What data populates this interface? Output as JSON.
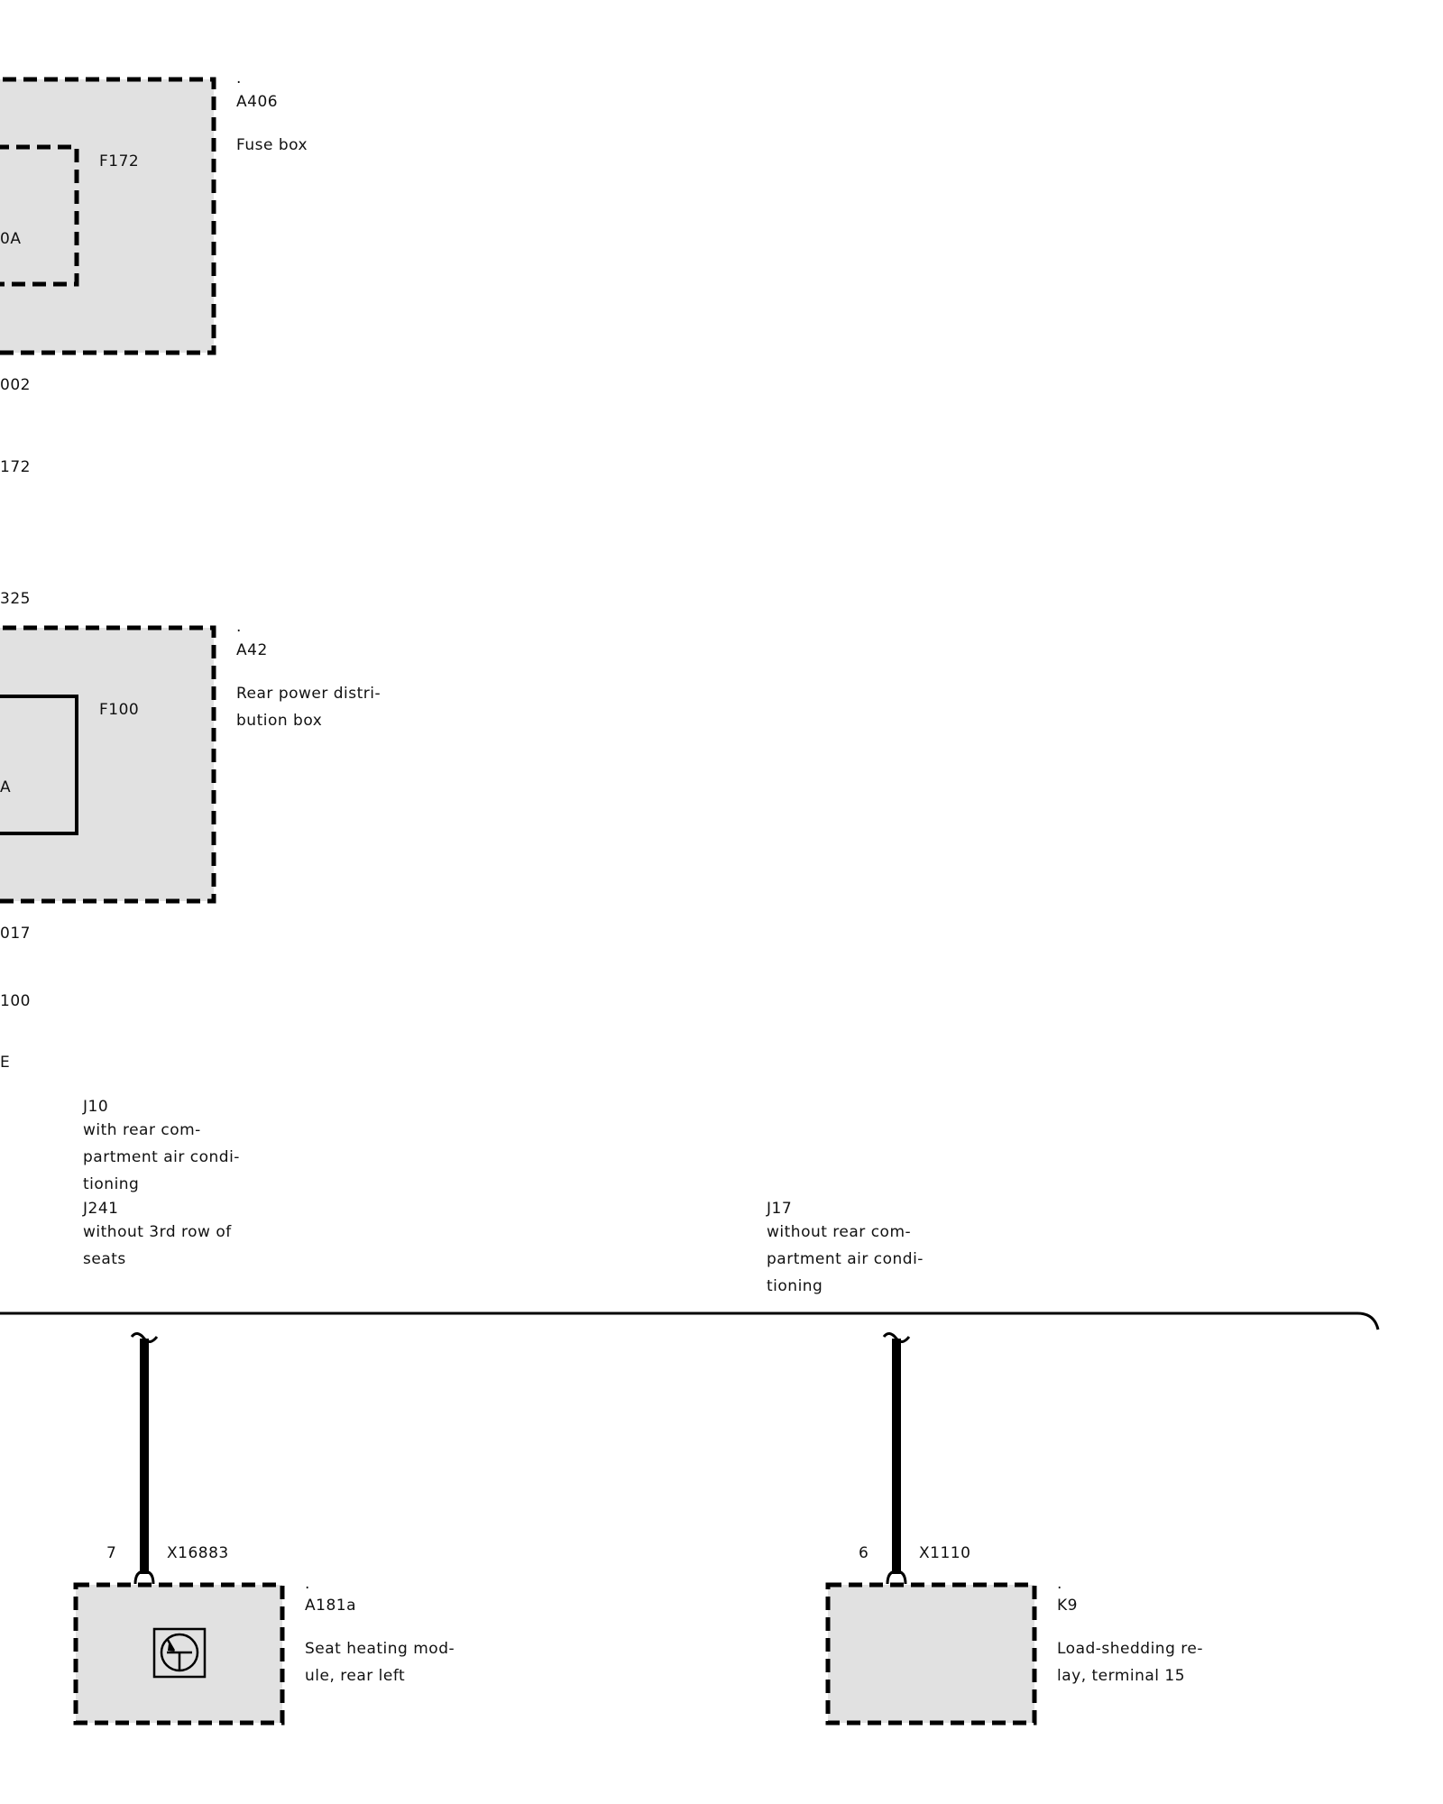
{
  "fuse_box": {
    "dot": ".",
    "id": "A406",
    "name": "Fuse box",
    "fuse_id": "F172",
    "fuse_rating_partial": "0A",
    "below_1": "002",
    "below_2": "172",
    "below_3": "325"
  },
  "rear_distribution": {
    "dot": ".",
    "id": "A42",
    "name_line1": "Rear power distri-",
    "name_line2": "bution box",
    "fuse_id": "F100",
    "fuse_rating_partial": "A",
    "below_1": "017",
    "below_2": "100",
    "below_3": "E"
  },
  "variants": {
    "left": {
      "line1": "J10",
      "line2": "with rear com-",
      "line3": "partment air condi-",
      "line4": "tioning",
      "line5": "J241",
      "line6": "without 3rd row of",
      "line7": "seats"
    },
    "right": {
      "line1": "J17",
      "line2": "without rear com-",
      "line3": "partment air condi-",
      "line4": "tioning"
    }
  },
  "seat_module": {
    "pin": "7",
    "connector": "X16883",
    "dot": ".",
    "id": "A181a",
    "name_line1": "Seat heating mod-",
    "name_line2": "ule, rear left"
  },
  "relay": {
    "pin": "6",
    "connector": "X1110",
    "dot": ".",
    "id": "K9",
    "name_line1": "Load-shedding re-",
    "name_line2": "lay, terminal 15"
  }
}
